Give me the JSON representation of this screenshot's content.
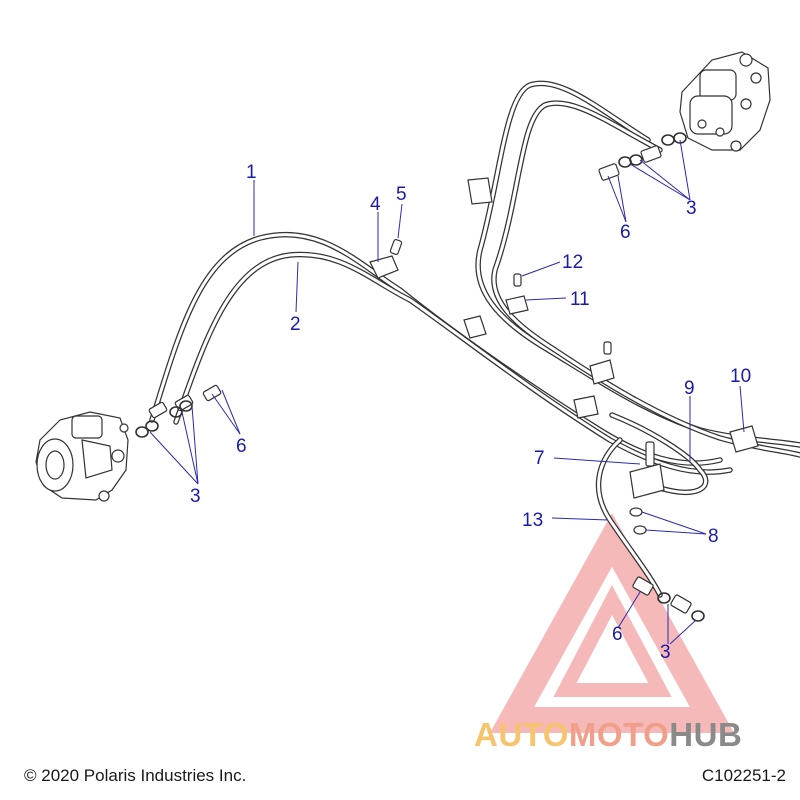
{
  "callouts": {
    "c1": "1",
    "c2": "2",
    "c3a": "3",
    "c3b": "3",
    "c3c": "3",
    "c4": "4",
    "c5": "5",
    "c6a": "6",
    "c6b": "6",
    "c6c": "6",
    "c7": "7",
    "c8": "8",
    "c9": "9",
    "c10": "10",
    "c11": "11",
    "c12": "12",
    "c13": "13"
  },
  "footer": {
    "copyright": "© 2020 Polaris Industries Inc.",
    "part_code": "C102251-2"
  },
  "watermark": {
    "part1": "AUTO",
    "part2": "MOTO",
    "part3": "HUB",
    "colors": {
      "auto": "#f7c46e",
      "moto": "#f0a08a",
      "hub": "#8a8a8a",
      "triangle": "#f08080"
    }
  },
  "colors": {
    "callout_text": "#1a1aa8",
    "line_art": "#333333"
  }
}
